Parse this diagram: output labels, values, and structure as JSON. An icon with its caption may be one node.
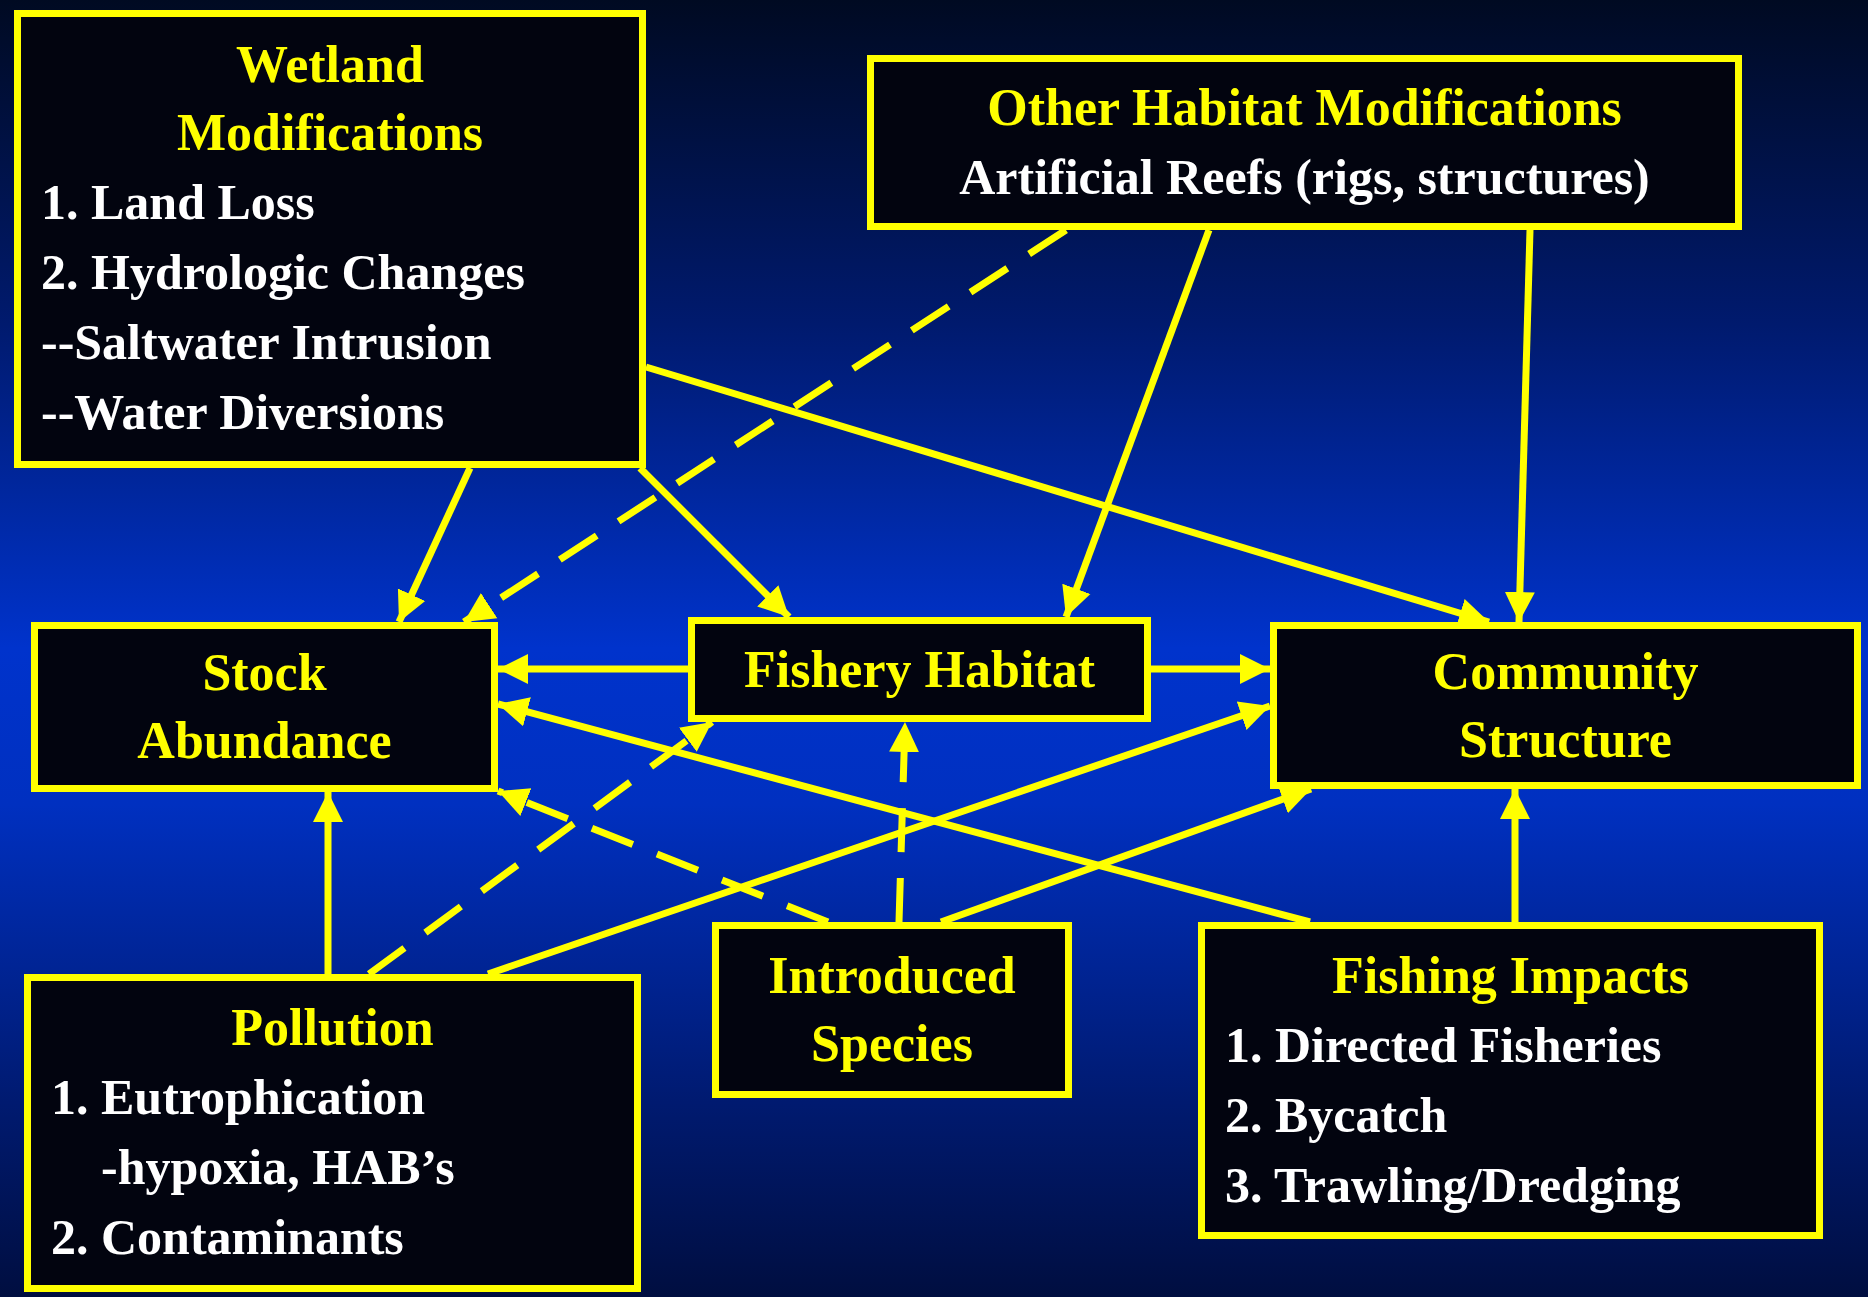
{
  "diagram": {
    "nodes": [
      {
        "text": [
          "Wetland Modifications",
          "1. Land Loss",
          "2. Hydrologic Changes",
          "--Saltwater Intrusion",
          "--Water Diversions"
        ]
      },
      {
        "text": [
          "Other Habitat  Modifications",
          "Artificial Reefs (rigs, structures)"
        ]
      },
      {
        "text": [
          "Stock Abundance"
        ]
      },
      {
        "text": [
          "Fishery Habitat"
        ]
      },
      {
        "text": [
          "Community Structure"
        ]
      },
      {
        "text": [
          "Pollution",
          "1. Eutrophication",
          "-hypoxia, HAB’s",
          "2. Contaminants"
        ]
      },
      {
        "text": [
          "Introduced Species"
        ]
      },
      {
        "text": [
          "Fishing Impacts",
          "1. Directed Fisheries",
          "2. Bycatch",
          "3. Trawling/Dredging"
        ]
      }
    ],
    "edges": [
      {
        "from": 0,
        "to": 2,
        "arrow": "to"
      },
      {
        "from": 0,
        "to": 3,
        "arrow": "to"
      },
      {
        "from": 0,
        "to": 4,
        "arrow": "to"
      },
      {
        "from": 1,
        "to": 2,
        "arrow": "to",
        "style": "dashed"
      },
      {
        "from": 1,
        "to": 3,
        "arrow": "to"
      },
      {
        "from": 1,
        "to": 4,
        "arrow": "to"
      },
      {
        "from": 3,
        "to": 2,
        "arrow": "to"
      },
      {
        "from": 3,
        "to": 4,
        "arrow": "to"
      },
      {
        "from": 5,
        "to": 2,
        "arrow": "to"
      },
      {
        "from": 5,
        "to": 3,
        "arrow": "to",
        "style": "dashed"
      },
      {
        "from": 5,
        "to": 4,
        "arrow": "to"
      },
      {
        "from": 6,
        "to": 2,
        "arrow": "to",
        "style": "dashed"
      },
      {
        "from": 6,
        "to": 3,
        "arrow": "to",
        "style": "dashed"
      },
      {
        "from": 6,
        "to": 4,
        "arrow": "to"
      },
      {
        "from": 7,
        "to": 2,
        "arrow": "to"
      },
      {
        "from": 7,
        "to": 4,
        "arrow": "to"
      }
    ]
  }
}
